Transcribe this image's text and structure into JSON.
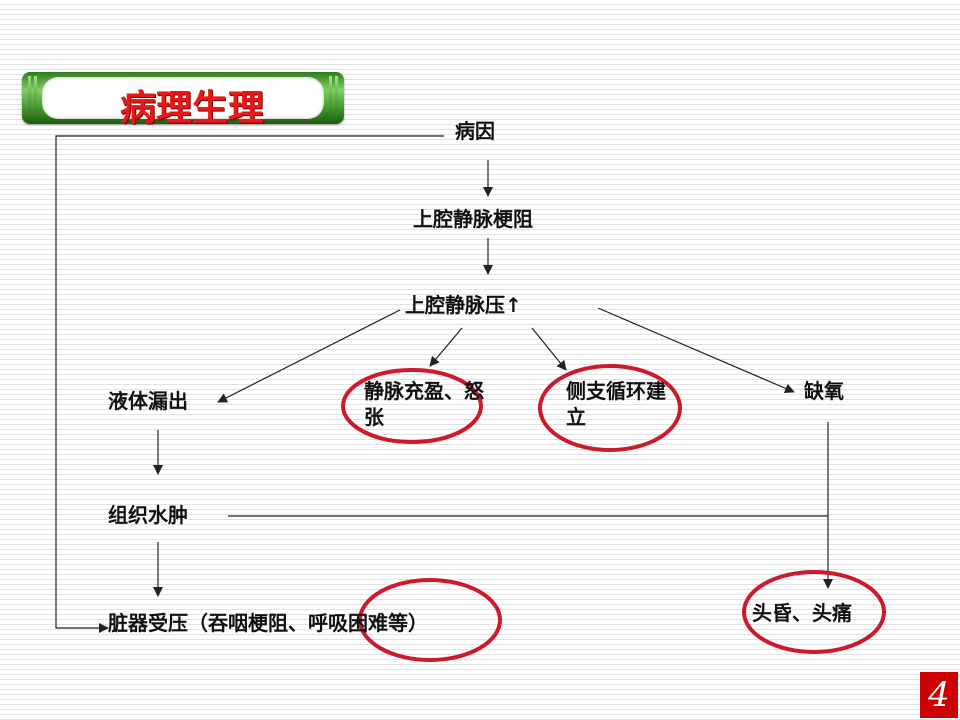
{
  "slide": {
    "title": "病理生理",
    "page_number": "4"
  },
  "flowchart": {
    "nodes": {
      "cause": "病因",
      "svc_obstruction": "上腔静脉梗阻",
      "svc_pressure": "上腔静脉压↑",
      "fluid_leakage": "液体漏出",
      "venous_distension": "静脉充盈、怒张",
      "collateral": "侧支循环建立",
      "hypoxia": "缺氧",
      "tissue_edema": "组织水肿",
      "organ_compression": "脏器受压（吞咽梗阻、呼吸困难等）",
      "dizziness_headache": "头昏、头痛"
    },
    "highlight_color": "#cc1a2a",
    "line_color": "#222222"
  }
}
